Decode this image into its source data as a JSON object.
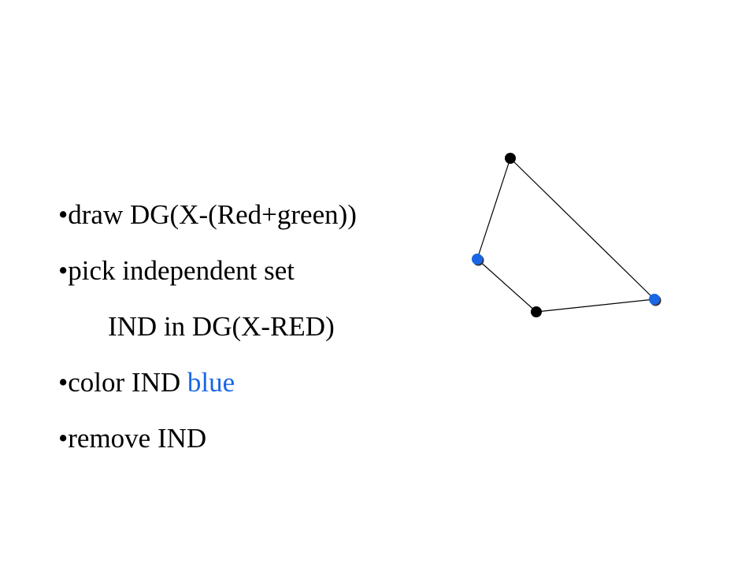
{
  "bullets": [
    {
      "marker": "•",
      "text": "draw DG(X-(Red+green))",
      "highlight": ""
    },
    {
      "marker": "•",
      "text": "pick independent set",
      "highlight": ""
    },
    {
      "marker": "",
      "text": "IND in DG(X-RED)",
      "highlight": ""
    },
    {
      "marker": "•",
      "text": "color IND ",
      "highlight": "blue"
    },
    {
      "marker": "•",
      "text": "remove IND",
      "highlight": ""
    }
  ],
  "colors": {
    "text": "#000000",
    "highlight": "#1a66e6",
    "node_black": "#000000",
    "node_blue": "#1a66e6",
    "edge": "#000000"
  },
  "graph": {
    "nodes": [
      {
        "id": "n-top",
        "color": "black"
      },
      {
        "id": "n-left",
        "color": "blue"
      },
      {
        "id": "n-bottom",
        "color": "black"
      },
      {
        "id": "n-right",
        "color": "blue"
      }
    ],
    "edges": [
      [
        "n-top",
        "n-left"
      ],
      [
        "n-left",
        "n-bottom"
      ],
      [
        "n-bottom",
        "n-right"
      ],
      [
        "n-right",
        "n-top"
      ]
    ]
  }
}
